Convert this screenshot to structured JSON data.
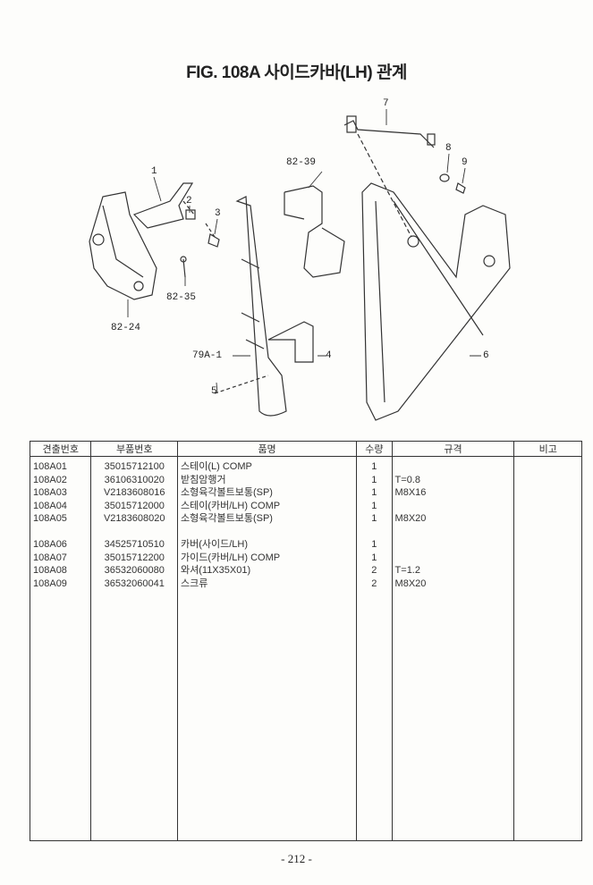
{
  "title": "FIG. 108A 사이드카바(LH) 관계",
  "callouts": [
    "1",
    "2",
    "3",
    "82-35",
    "82-24",
    "82-39",
    "7",
    "8",
    "9",
    "79A-1",
    "4",
    "5",
    "6"
  ],
  "table": {
    "headers": [
      "견출번호",
      "부품번호",
      "품명",
      "수량",
      "규격",
      "비고"
    ],
    "rows": [
      {
        "no": "108A01",
        "part": "35015712100",
        "name": "스테이(L) COMP",
        "qty": "1",
        "spec": "",
        "note": ""
      },
      {
        "no": "108A02",
        "part": "36106310020",
        "name": "받침암행거",
        "qty": "1",
        "spec": "T=0.8",
        "note": ""
      },
      {
        "no": "108A03",
        "part": "V2183608016",
        "name": "소형육각볼트보통(SP)",
        "qty": "1",
        "spec": "M8X16",
        "note": ""
      },
      {
        "no": "108A04",
        "part": "35015712000",
        "name": "스테이(카버/LH) COMP",
        "qty": "1",
        "spec": "",
        "note": ""
      },
      {
        "no": "108A05",
        "part": "V2183608020",
        "name": "소형육각볼트보통(SP)",
        "qty": "1",
        "spec": "M8X20",
        "note": ""
      },
      {
        "no": "",
        "part": "",
        "name": "",
        "qty": "",
        "spec": "",
        "note": ""
      },
      {
        "no": "108A06",
        "part": "34525710510",
        "name": "카버(사이드/LH)",
        "qty": "1",
        "spec": "",
        "note": ""
      },
      {
        "no": "108A07",
        "part": "35015712200",
        "name": "가이드(카버/LH) COMP",
        "qty": "1",
        "spec": "",
        "note": ""
      },
      {
        "no": "108A08",
        "part": "36532060080",
        "name": "와셔(11X35X01)",
        "qty": "2",
        "spec": "T=1.2",
        "note": ""
      },
      {
        "no": "108A09",
        "part": "36532060041",
        "name": "스크류",
        "qty": "2",
        "spec": "M8X20",
        "note": ""
      }
    ]
  },
  "page_number": "- 212 -"
}
